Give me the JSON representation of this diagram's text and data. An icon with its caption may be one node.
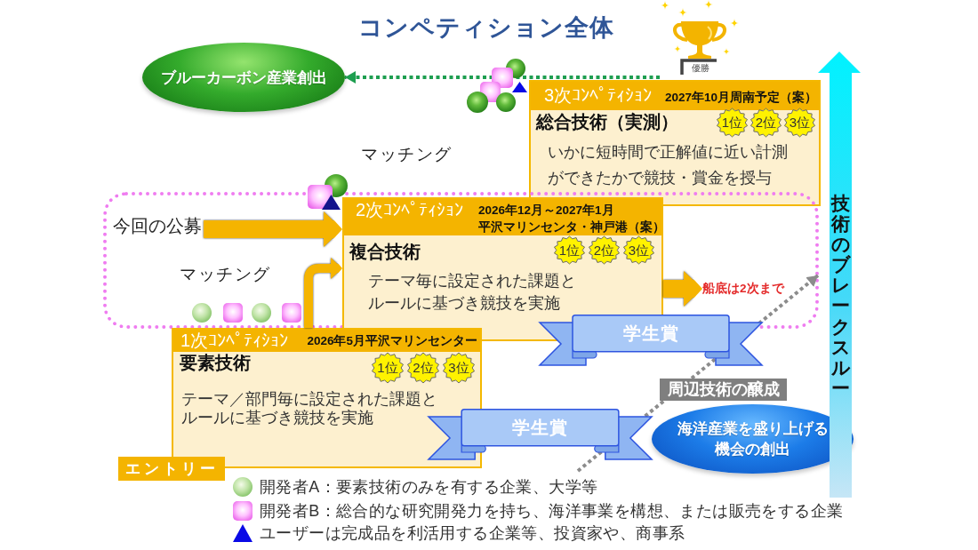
{
  "diagram": {
    "title": "コンペティション全体",
    "nodes": [
      {
        "text": [
          "ブルーカーボン産業創出"
        ]
      },
      {
        "text": [
          "優勝"
        ]
      },
      {
        "text": [
          "3次ｺﾝﾍﾟﾃｨｼｮﾝ",
          "2027年10月周南予定（案）",
          "総合技術（実測）",
          "いかに短時間で正解値に近い計測ができたかで競技・賞金を授与"
        ]
      },
      {
        "text": [
          "1位"
        ],
        "in": 2
      },
      {
        "text": [
          "2位"
        ],
        "in": 2
      },
      {
        "text": [
          "3位"
        ],
        "in": 2
      },
      {
        "text": [
          "マッチング"
        ]
      },
      {
        "text": [
          "今回の公募"
        ],
        "in": 6
      },
      {
        "text": [
          "2次ｺﾝﾍﾟﾃｨｼｮﾝ",
          "2026年12月～2027年1月",
          "平沢マリンセンタ・神戸港（案）",
          "複合技術",
          "テーマ毎に設定された課題とルールに基づき競技を実施"
        ]
      },
      {
        "text": [
          "1位"
        ],
        "in": 8
      },
      {
        "text": [
          "2位"
        ],
        "in": 8
      },
      {
        "text": [
          "3位"
        ],
        "in": 8
      },
      {
        "text": [
          "船底は2次まで"
        ],
        "in": 6
      },
      {
        "text": [
          "学生賞"
        ]
      },
      {
        "text": [
          "1次ｺﾝﾍﾟﾃｨｼｮﾝ",
          "2026年5月平沢マリンセンター",
          "要素技術",
          "テーマ／部門毎に設定された課題とルールに基づき競技を実施"
        ]
      },
      {
        "text": [
          "1位"
        ],
        "in": 14
      },
      {
        "text": [
          "2位"
        ],
        "in": 14
      },
      {
        "text": [
          "3位"
        ],
        "in": 14
      },
      {
        "text": [
          "学生賞"
        ]
      },
      {
        "text": [
          "海洋産業を盛り上げる機会の創出"
        ]
      },
      {
        "text": [
          "エントリー"
        ]
      },
      {
        "text": [
          "技術のブレークスルー"
        ]
      }
    ],
    "edges": [
      {
        "from": 1,
        "to": 0,
        "arrow": "to",
        "style": "dashed",
        "color": "#1e9e50"
      },
      {
        "from": 7,
        "to": 8,
        "arrow": "to",
        "style": "thick",
        "color": "#f5b400"
      },
      {
        "from": 14,
        "to": 8,
        "arrow": "to",
        "color": "#f5b400"
      },
      {
        "from": 8,
        "to": 12,
        "arrow": "to",
        "style": "thick",
        "color": "#f5b400"
      },
      {
        "from": null,
        "to": 21,
        "arrow": "to",
        "label": "周辺技術の醸成",
        "style": "dashed",
        "color": "#8c8c8c"
      }
    ],
    "labels": [
      "マッチング"
    ],
    "legend": [
      {
        "text": "開発者A：要素技術のみを有する企業、大学等"
      },
      {
        "text": "開発者B：総合的な研究開発力を持ち、海洋事業を構想、または販売をする企業"
      },
      {
        "text": "ユーザーは完成品を利活用する企業等、投資家や、商事系"
      }
    ]
  }
}
